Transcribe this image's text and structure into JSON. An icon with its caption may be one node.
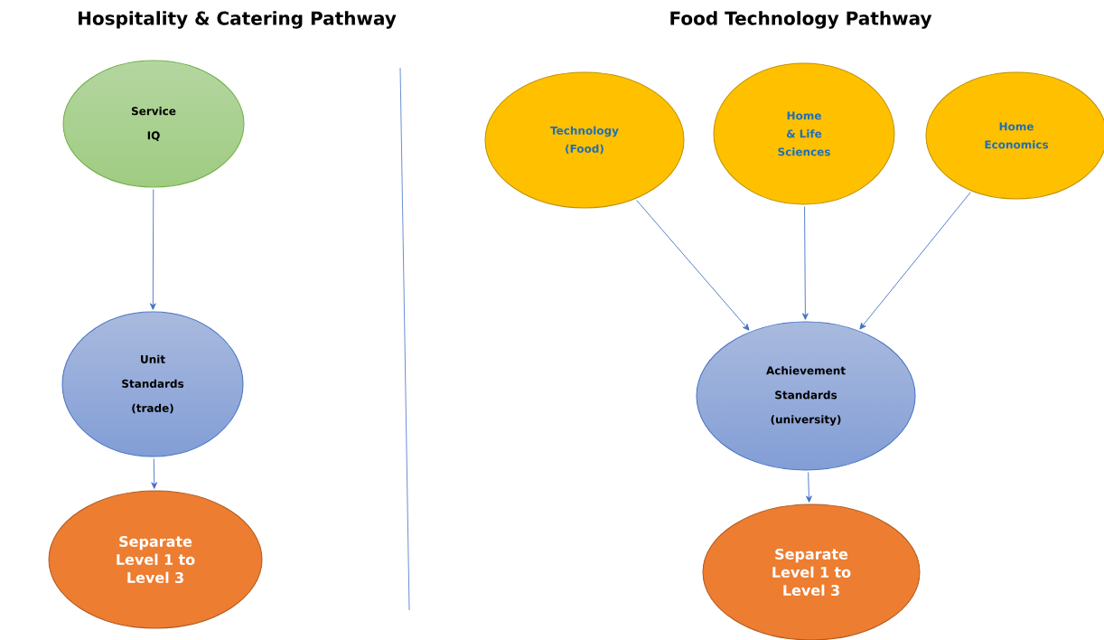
{
  "diagram": {
    "nodes": [
      {
        "text": [
          "Service IQ"
        ]
      },
      {
        "text": [
          "Unit Standards (trade)"
        ]
      },
      {
        "text": [
          "Separate Level 1 to Level 3"
        ]
      },
      {
        "text": [
          "Technology (Food)"
        ]
      },
      {
        "text": [
          "Home & Life Sciences"
        ]
      },
      {
        "text": [
          "Home Economics"
        ]
      },
      {
        "text": [
          "Achievement Standards (university)"
        ]
      },
      {
        "text": [
          "Separate Level 1 to Level 3"
        ]
      }
    ],
    "edges": [
      {
        "from": 0,
        "to": 1,
        "arrow": "to"
      },
      {
        "from": 1,
        "to": 2,
        "arrow": "to"
      },
      {
        "from": 3,
        "to": 6,
        "arrow": "to"
      },
      {
        "from": 4,
        "to": 6,
        "arrow": "to"
      },
      {
        "from": 5,
        "to": 6,
        "arrow": "to"
      },
      {
        "from": 6,
        "to": 7,
        "arrow": "to"
      }
    ],
    "labels": [
      "Hospitality & Catering Pathway",
      "Food Technology Pathway"
    ]
  }
}
